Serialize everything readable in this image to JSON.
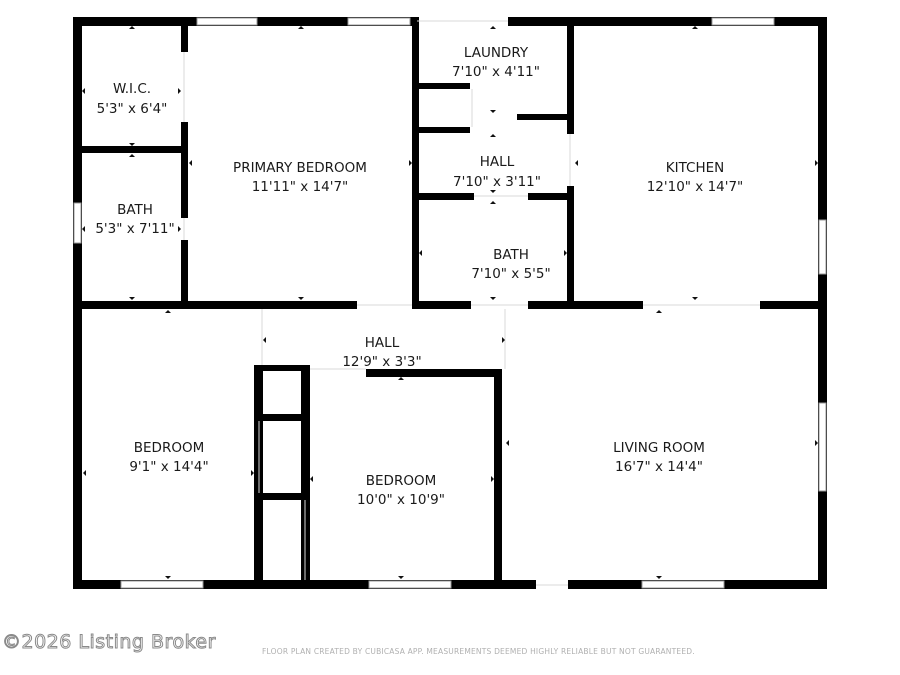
{
  "rooms": {
    "wic": {
      "name": "W.I.C.",
      "dim": "5'3\" x 6'4\""
    },
    "bath_left": {
      "name": "BATH",
      "dim": "5'3\" x 7'11\""
    },
    "primary_bedroom": {
      "name": "PRIMARY BEDROOM",
      "dim": "11'11\" x 14'7\""
    },
    "laundry": {
      "name": "LAUNDRY",
      "dim": "7'10\" x 4'11\""
    },
    "hall_upper": {
      "name": "HALL",
      "dim": "7'10\" x 3'11\""
    },
    "bath_center": {
      "name": "BATH",
      "dim": "7'10\" x 5'5\""
    },
    "kitchen": {
      "name": "KITCHEN",
      "dim": "12'10\" x 14'7\""
    },
    "hall_main": {
      "name": "HALL",
      "dim": "12'9\" x 3'3\""
    },
    "bedroom_left": {
      "name": "BEDROOM",
      "dim": "9'1\" x 14'4\""
    },
    "bedroom_center": {
      "name": "BEDROOM",
      "dim": "10'0\" x 10'9\""
    },
    "living_room": {
      "name": "LIVING ROOM",
      "dim": "16'7\" x 14'4\""
    }
  },
  "watermark": "©2026 Listing Broker",
  "footnote": "FLOOR PLAN CREATED BY CUBICASA APP. MEASUREMENTS DEEMED HIGHLY RELIABLE BUT NOT GUARANTEED.",
  "colors": {
    "wall": "#000000",
    "background": "#ffffff",
    "window": "#9a9a9a"
  }
}
